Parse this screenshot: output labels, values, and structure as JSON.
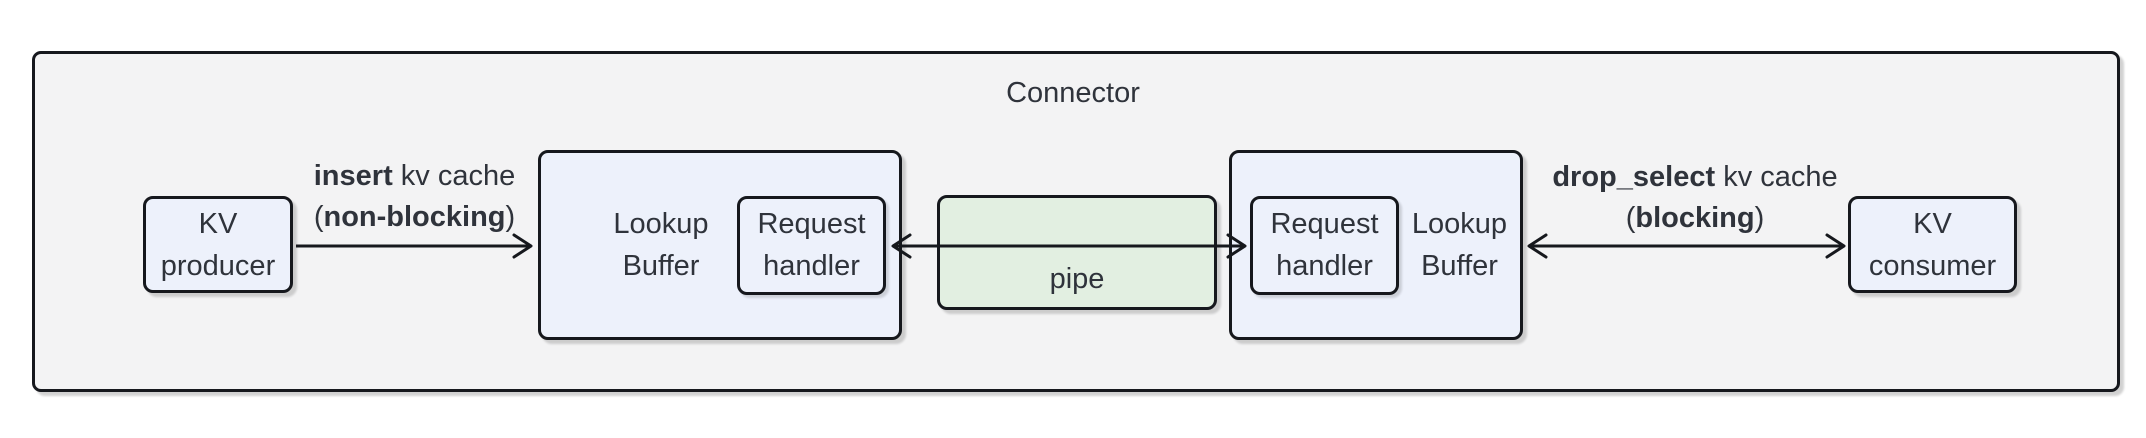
{
  "title": "Connector",
  "nodes": {
    "kv_producer": {
      "line1": "KV",
      "line2": "producer"
    },
    "lookup_buffer_left": {
      "line1": "Lookup",
      "line2": "Buffer"
    },
    "request_handler_left": {
      "line1": "Request",
      "line2": "handler"
    },
    "pipe": {
      "label": "pipe"
    },
    "request_handler_right": {
      "line1": "Request",
      "line2": "handler"
    },
    "lookup_buffer_right": {
      "line1": "Lookup",
      "line2": "Buffer"
    },
    "kv_consumer": {
      "line1": "KV",
      "line2": "consumer"
    }
  },
  "edges": {
    "insert": {
      "verb": "insert",
      "rest": " kv cache",
      "open": "(",
      "mode": "non-blocking",
      "close": ")"
    },
    "drop_select": {
      "verb": "drop_select",
      "rest": " kv cache",
      "open": "(",
      "mode": "blocking",
      "close": ")"
    }
  },
  "colors": {
    "container_fill": "#f3f3f4",
    "node_fill": "#edf1fb",
    "pipe_fill": "#e2efe1",
    "border": "#16181d",
    "text": "#2f333b"
  }
}
